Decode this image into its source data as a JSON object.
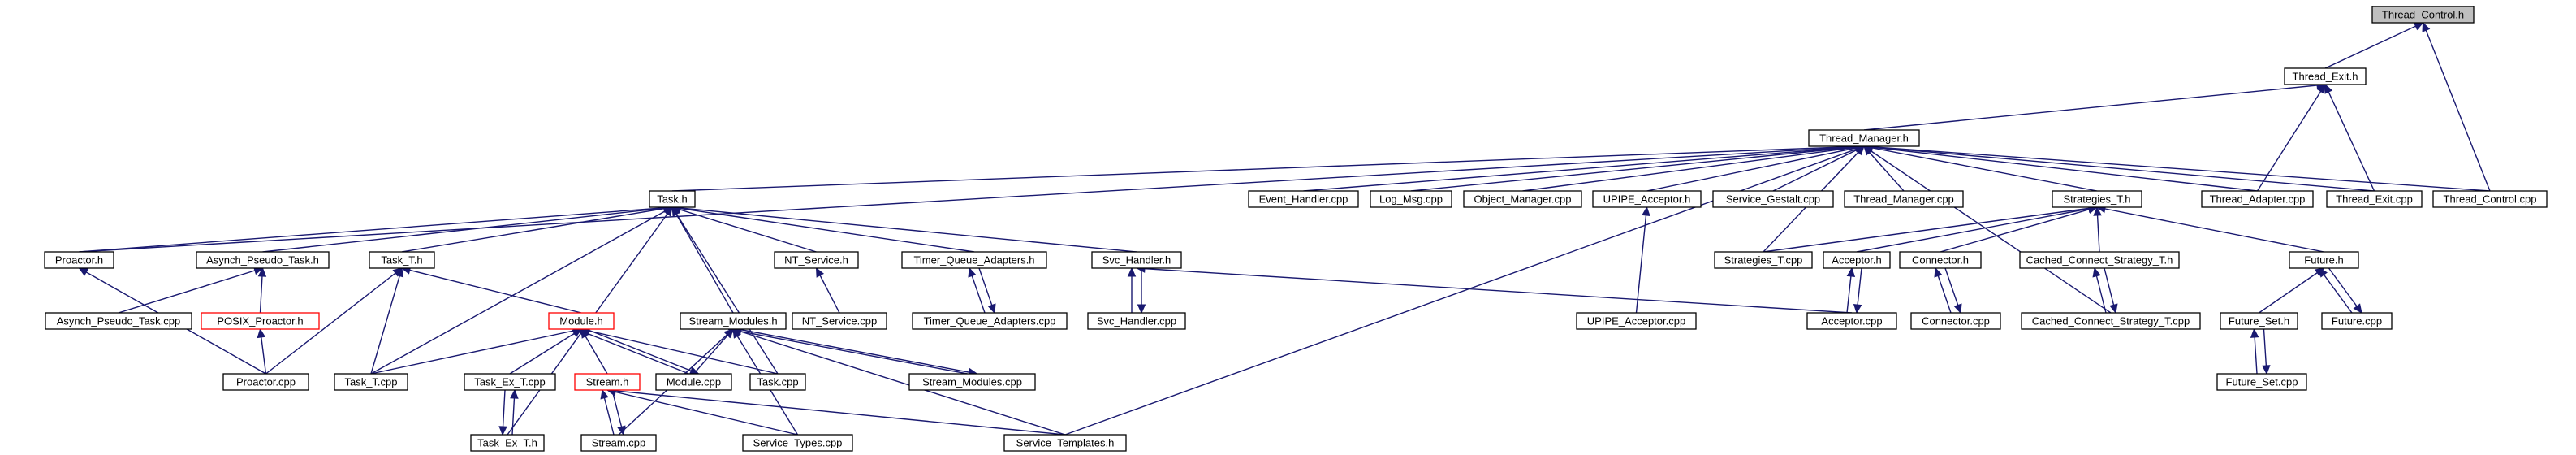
{
  "graph": {
    "colors": {
      "edge": "#191970",
      "root_fill": "#bfbfbf",
      "missing_border": "#ff0000",
      "border": "#000000"
    },
    "nodes": [
      {
        "id": "thread_control_h",
        "label": "Thread_Control.h",
        "root": true
      },
      {
        "id": "thread_exit_h",
        "label": "Thread_Exit.h"
      },
      {
        "id": "thread_manager_h",
        "label": "Thread_Manager.h"
      },
      {
        "id": "task_h",
        "label": "Task.h"
      },
      {
        "id": "event_handler_cpp",
        "label": "Event_Handler.cpp"
      },
      {
        "id": "log_msg_cpp",
        "label": "Log_Msg.cpp"
      },
      {
        "id": "object_manager_cpp",
        "label": "Object_Manager.cpp"
      },
      {
        "id": "upipe_acceptor_h",
        "label": "UPIPE_Acceptor.h"
      },
      {
        "id": "service_gestalt_cpp",
        "label": "Service_Gestalt.cpp"
      },
      {
        "id": "thread_manager_cpp",
        "label": "Thread_Manager.cpp"
      },
      {
        "id": "strategies_t_h",
        "label": "Strategies_T.h"
      },
      {
        "id": "thread_adapter_cpp",
        "label": "Thread_Adapter.cpp"
      },
      {
        "id": "thread_exit_cpp",
        "label": "Thread_Exit.cpp"
      },
      {
        "id": "thread_control_cpp",
        "label": "Thread_Control.cpp"
      },
      {
        "id": "proactor_h",
        "label": "Proactor.h"
      },
      {
        "id": "asynch_pseudo_task_h",
        "label": "Asynch_Pseudo_Task.h"
      },
      {
        "id": "task_t_h",
        "label": "Task_T.h"
      },
      {
        "id": "nt_service_h",
        "label": "NT_Service.h"
      },
      {
        "id": "timer_queue_adapters_h",
        "label": "Timer_Queue_Adapters.h"
      },
      {
        "id": "svc_handler_h",
        "label": "Svc_Handler.h"
      },
      {
        "id": "upipe_acceptor_cpp",
        "label": "UPIPE_Acceptor.cpp"
      },
      {
        "id": "strategies_t_cpp",
        "label": "Strategies_T.cpp"
      },
      {
        "id": "acceptor_h",
        "label": "Acceptor.h"
      },
      {
        "id": "connector_h",
        "label": "Connector.h"
      },
      {
        "id": "cached_connect_strategy_t_h",
        "label": "Cached_Connect_Strategy_T.h"
      },
      {
        "id": "future_h",
        "label": "Future.h"
      },
      {
        "id": "asynch_pseudo_task_cpp",
        "label": "Asynch_Pseudo_Task.cpp"
      },
      {
        "id": "posix_proactor_h",
        "label": "POSIX_Proactor.h",
        "missing": true
      },
      {
        "id": "module_h",
        "label": "Module.h",
        "missing": true
      },
      {
        "id": "nt_service_cpp",
        "label": "NT_Service.cpp"
      },
      {
        "id": "stream_modules_h",
        "label": "Stream_Modules.h"
      },
      {
        "id": "timer_queue_adapters_cpp",
        "label": "Timer_Queue_Adapters.cpp"
      },
      {
        "id": "svc_handler_cpp",
        "label": "Svc_Handler.cpp"
      },
      {
        "id": "acceptor_cpp",
        "label": "Acceptor.cpp"
      },
      {
        "id": "connector_cpp",
        "label": "Connector.cpp"
      },
      {
        "id": "cached_connect_strategy_t_cpp",
        "label": "Cached_Connect_Strategy_T.cpp"
      },
      {
        "id": "future_set_h",
        "label": "Future_Set.h"
      },
      {
        "id": "future_cpp",
        "label": "Future.cpp"
      },
      {
        "id": "proactor_cpp",
        "label": "Proactor.cpp"
      },
      {
        "id": "task_t_cpp",
        "label": "Task_T.cpp"
      },
      {
        "id": "task_ex_t_cpp",
        "label": "Task_Ex_T.cpp"
      },
      {
        "id": "stream_h",
        "label": "Stream.h",
        "missing": true
      },
      {
        "id": "module_cpp",
        "label": "Module.cpp"
      },
      {
        "id": "task_cpp",
        "label": "Task.cpp"
      },
      {
        "id": "stream_modules_cpp",
        "label": "Stream_Modules.cpp"
      },
      {
        "id": "future_set_cpp",
        "label": "Future_Set.cpp"
      },
      {
        "id": "task_ex_t_h",
        "label": "Task_Ex_T.h"
      },
      {
        "id": "stream_cpp",
        "label": "Stream.cpp"
      },
      {
        "id": "service_types_cpp",
        "label": "Service_Types.cpp"
      },
      {
        "id": "service_templates_h",
        "label": "Service_Templates.h"
      }
    ],
    "edges": [
      [
        "thread_exit_h",
        "thread_control_h"
      ],
      [
        "thread_control_cpp",
        "thread_control_h"
      ],
      [
        "thread_manager_h",
        "thread_exit_h"
      ],
      [
        "thread_adapter_cpp",
        "thread_exit_h"
      ],
      [
        "thread_exit_cpp",
        "thread_exit_h"
      ],
      [
        "task_h",
        "thread_manager_h"
      ],
      [
        "event_handler_cpp",
        "thread_manager_h"
      ],
      [
        "log_msg_cpp",
        "thread_manager_h"
      ],
      [
        "object_manager_cpp",
        "thread_manager_h"
      ],
      [
        "upipe_acceptor_h",
        "thread_manager_h"
      ],
      [
        "service_gestalt_cpp",
        "thread_manager_h"
      ],
      [
        "thread_manager_cpp",
        "thread_manager_h"
      ],
      [
        "strategies_t_h",
        "thread_manager_h"
      ],
      [
        "strategies_t_cpp",
        "thread_manager_h"
      ],
      [
        "thread_adapter_cpp",
        "thread_manager_h"
      ],
      [
        "thread_exit_cpp",
        "thread_manager_h"
      ],
      [
        "thread_control_cpp",
        "thread_manager_h"
      ],
      [
        "proactor_h",
        "thread_manager_h"
      ],
      [
        "cached_connect_strategy_t_cpp",
        "thread_manager_h"
      ],
      [
        "service_templates_h",
        "thread_manager_h"
      ],
      [
        "proactor_h",
        "task_h"
      ],
      [
        "asynch_pseudo_task_h",
        "task_h"
      ],
      [
        "task_t_h",
        "task_h"
      ],
      [
        "task_t_cpp",
        "task_h"
      ],
      [
        "nt_service_h",
        "task_h"
      ],
      [
        "timer_queue_adapters_h",
        "task_h"
      ],
      [
        "svc_handler_h",
        "task_h"
      ],
      [
        "stream_modules_h",
        "task_h"
      ],
      [
        "task_cpp",
        "task_h"
      ],
      [
        "task_ex_t_h",
        "task_h"
      ],
      [
        "upipe_acceptor_cpp",
        "upipe_acceptor_h"
      ],
      [
        "strategies_t_cpp",
        "strategies_t_h"
      ],
      [
        "acceptor_h",
        "strategies_t_h"
      ],
      [
        "connector_h",
        "strategies_t_h"
      ],
      [
        "cached_connect_strategy_t_h",
        "strategies_t_h"
      ],
      [
        "future_h",
        "strategies_t_h"
      ],
      [
        "proactor_cpp",
        "proactor_h"
      ],
      [
        "asynch_pseudo_task_cpp",
        "asynch_pseudo_task_h"
      ],
      [
        "posix_proactor_h",
        "asynch_pseudo_task_h"
      ],
      [
        "task_t_cpp",
        "task_t_h"
      ],
      [
        "module_h",
        "task_t_h"
      ],
      [
        "proactor_cpp",
        "task_t_h"
      ],
      [
        "nt_service_cpp",
        "nt_service_h"
      ],
      [
        "timer_queue_adapters_cpp",
        "timer_queue_adapters_h"
      ],
      [
        "timer_queue_adapters_h",
        "timer_queue_adapters_cpp"
      ],
      [
        "svc_handler_cpp",
        "svc_handler_h"
      ],
      [
        "svc_handler_h",
        "svc_handler_cpp"
      ],
      [
        "acceptor_cpp",
        "svc_handler_h"
      ],
      [
        "acceptor_cpp",
        "acceptor_h"
      ],
      [
        "acceptor_h",
        "acceptor_cpp"
      ],
      [
        "connector_cpp",
        "connector_h"
      ],
      [
        "connector_h",
        "connector_cpp"
      ],
      [
        "cached_connect_strategy_t_cpp",
        "cached_connect_strategy_t_h"
      ],
      [
        "cached_connect_strategy_t_h",
        "cached_connect_strategy_t_cpp"
      ],
      [
        "future_set_h",
        "future_h"
      ],
      [
        "future_cpp",
        "future_h"
      ],
      [
        "future_h",
        "future_cpp"
      ],
      [
        "proactor_cpp",
        "posix_proactor_h"
      ],
      [
        "task_t_cpp",
        "module_h"
      ],
      [
        "task_ex_t_cpp",
        "module_h"
      ],
      [
        "stream_h",
        "module_h"
      ],
      [
        "module_cpp",
        "module_h"
      ],
      [
        "module_h",
        "module_cpp"
      ],
      [
        "task_cpp",
        "module_h"
      ],
      [
        "module_cpp",
        "stream_modules_h"
      ],
      [
        "stream_modules_cpp",
        "stream_modules_h"
      ],
      [
        "stream_modules_h",
        "stream_modules_cpp"
      ],
      [
        "stream_cpp",
        "stream_modules_h"
      ],
      [
        "service_types_cpp",
        "stream_modules_h"
      ],
      [
        "service_templates_h",
        "stream_modules_h"
      ],
      [
        "future_set_cpp",
        "future_set_h"
      ],
      [
        "future_set_h",
        "future_set_cpp"
      ],
      [
        "task_ex_t_h",
        "task_ex_t_cpp"
      ],
      [
        "task_ex_t_cpp",
        "task_ex_t_h"
      ],
      [
        "stream_cpp",
        "stream_h"
      ],
      [
        "stream_h",
        "stream_cpp"
      ],
      [
        "service_types_cpp",
        "stream_h"
      ],
      [
        "service_templates_h",
        "stream_h"
      ]
    ]
  }
}
